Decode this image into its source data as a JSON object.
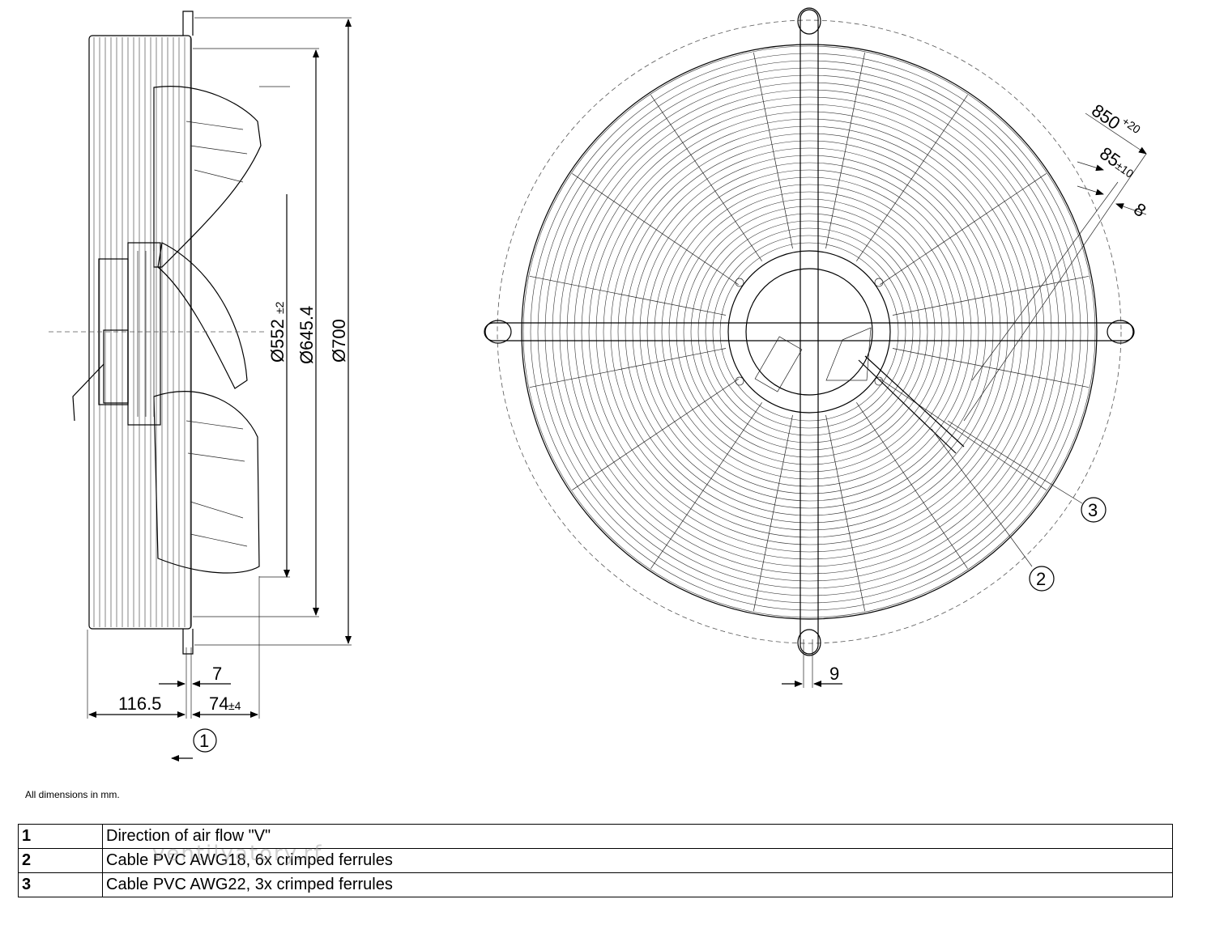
{
  "side_view": {
    "dim_d552": "Ø552",
    "dim_d552_tol": "±2",
    "dim_d645": "Ø645.4",
    "dim_d700": "Ø700",
    "dim_7": "7",
    "dim_116_5": "116.5",
    "dim_74": "74",
    "dim_74_tol": "±4",
    "callout_1": "1"
  },
  "front_view": {
    "dim_850": "850",
    "dim_850_tol": "+20",
    "dim_85": "85",
    "dim_85_tol": "±10",
    "dim_8": "8",
    "dim_9": "9",
    "callout_2": "2",
    "callout_3": "3"
  },
  "note": "All dimensions in mm.",
  "legend": [
    {
      "num": "1",
      "text": "Direction of air flow \"V\""
    },
    {
      "num": "2",
      "text": "Cable PVC AWG18, 6x crimped ferrules"
    },
    {
      "num": "3",
      "text": "Cable PVC AWG22, 3x crimped ferrules"
    }
  ],
  "watermark": "ventilyatory.rf"
}
